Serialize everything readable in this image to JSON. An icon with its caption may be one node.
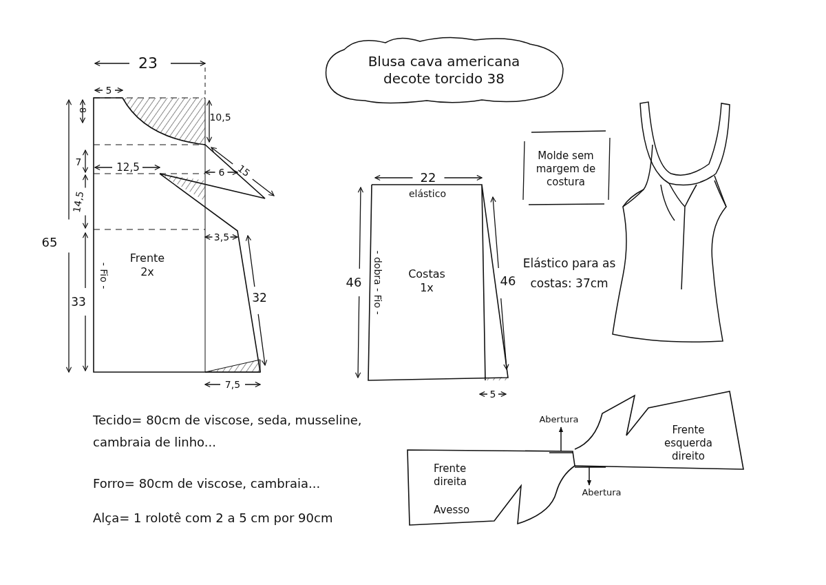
{
  "diagram": {
    "nodes": [
      {
        "text": [
          "Blusa cava americana decote torcido 38"
        ]
      },
      {
        "text": [
          "Frente 2x",
          "- Fio -"
        ]
      },
      {
        "text": [
          "elástico",
          "Costas 1x",
          "- dobra - Fio -"
        ]
      },
      {
        "text": [
          "Molde sem margem de costura"
        ]
      },
      {
        "text": [
          "Frente direita",
          "Avesso"
        ]
      },
      {
        "text": [
          "Frente esquerda direito"
        ]
      },
      {
        "text": [
          "Abertura"
        ]
      },
      {
        "text": [
          "Abertura"
        ]
      }
    ],
    "edges": [
      {
        "from": 4,
        "to": 6,
        "arrow": "to"
      },
      {
        "from": 5,
        "to": 7,
        "arrow": "to"
      }
    ],
    "labels": [
      "23",
      "5",
      "8",
      "10,5",
      "7",
      "12,5",
      "6",
      "15",
      "14,5",
      "3,5",
      "65",
      "33",
      "32",
      "7,5",
      "22",
      "46",
      "46",
      "5",
      "Elástico para as costas: 37cm",
      "Tecido= 80cm de viscose, seda, musseline, cambraia de linho...",
      "Forro= 80cm de viscose, cambraia...",
      "Alça= 1 rolotê com 2 a 5 cm por 90cm"
    ]
  }
}
